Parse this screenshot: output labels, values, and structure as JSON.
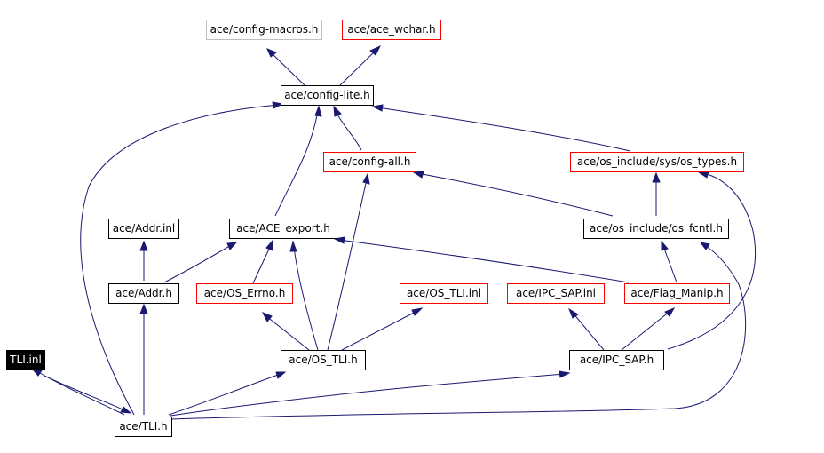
{
  "nodes": {
    "config_macros": "ace/config-macros.h",
    "ace_wchar": "ace/ace_wchar.h",
    "config_lite": "ace/config-lite.h",
    "config_all": "ace/config-all.h",
    "os_types": "ace/os_include/sys/os_types.h",
    "addr_inl": "ace/Addr.inl",
    "ace_export": "ace/ACE_export.h",
    "os_fcntl": "ace/os_include/os_fcntl.h",
    "addr_h": "ace/Addr.h",
    "os_errno": "ace/OS_Errno.h",
    "os_tli_inl": "ace/OS_TLI.inl",
    "ipc_sap_inl": "ace/IPC_SAP.inl",
    "flag_manip": "ace/Flag_Manip.h",
    "tli_inl": "TLI.inl",
    "os_tli_h": "ace/OS_TLI.h",
    "ipc_sap_h": "ace/IPC_SAP.h",
    "tli_h": "ace/TLI.h"
  },
  "colors": {
    "edge": "#191970",
    "external_border": "#ff0000",
    "missing_border": "#bfbfbf",
    "current_fill": "#000000"
  }
}
